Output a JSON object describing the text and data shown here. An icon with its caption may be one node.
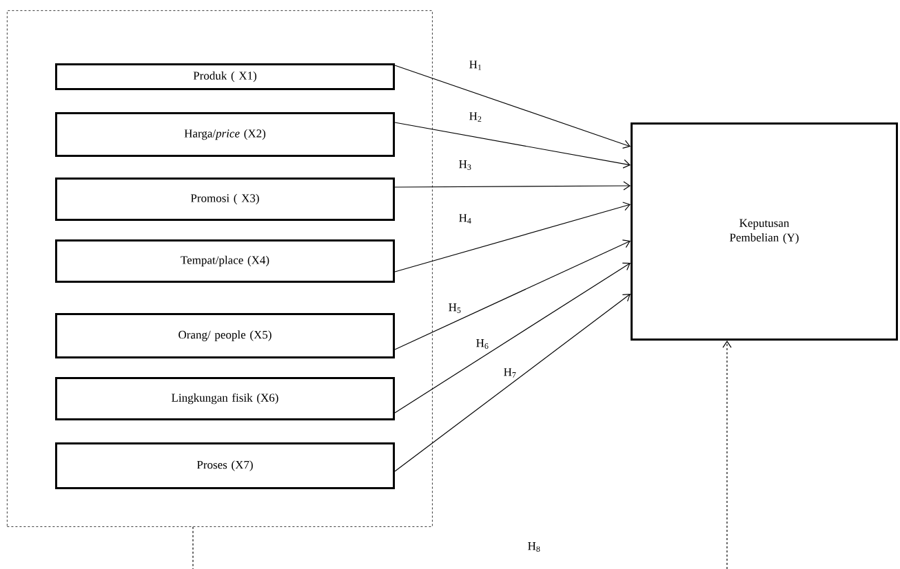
{
  "diagram": {
    "nodes": [
      {
        "text": [],
        "shape": "box"
      },
      {
        "text": [
          "Produk ( X1)"
        ],
        "in": 0
      },
      {
        "text": [
          "Harga/*price* (X2)"
        ],
        "in": 0
      },
      {
        "text": [
          "Promosi ( X3)"
        ],
        "in": 0
      },
      {
        "text": [
          "Tempat/place (X4)"
        ],
        "in": 0
      },
      {
        "text": [
          "Orang/ people (X5)"
        ],
        "in": 0
      },
      {
        "text": [
          "Lingkungan fisik (X6)"
        ],
        "in": 0
      },
      {
        "text": [
          "Proses (X7)"
        ],
        "in": 0
      },
      {
        "text": [
          "Keputusan Pembelian (Y)"
        ]
      }
    ],
    "edges": [
      {
        "from": 1,
        "to": 8,
        "arrow": "to",
        "label": "H$_{1}$"
      },
      {
        "from": 2,
        "to": 8,
        "arrow": "to",
        "label": "H$_{2}$"
      },
      {
        "from": 3,
        "to": 8,
        "arrow": "to",
        "label": "H$_{3}$"
      },
      {
        "from": 4,
        "to": 8,
        "arrow": "to",
        "label": "H$_{4}$"
      },
      {
        "from": 5,
        "to": 8,
        "arrow": "to",
        "label": "H$_{5}$"
      },
      {
        "from": 6,
        "to": 8,
        "arrow": "to",
        "label": "H$_{6}$"
      },
      {
        "from": 7,
        "to": 8,
        "arrow": "to",
        "label": "H$_{7}$"
      },
      {
        "from": 0,
        "to": null,
        "arrow": "none",
        "style": "dashed"
      },
      {
        "from": null,
        "to": 8,
        "arrow": "to",
        "style": "dashed"
      }
    ],
    "labels": [
      "H$_{8}$"
    ]
  }
}
